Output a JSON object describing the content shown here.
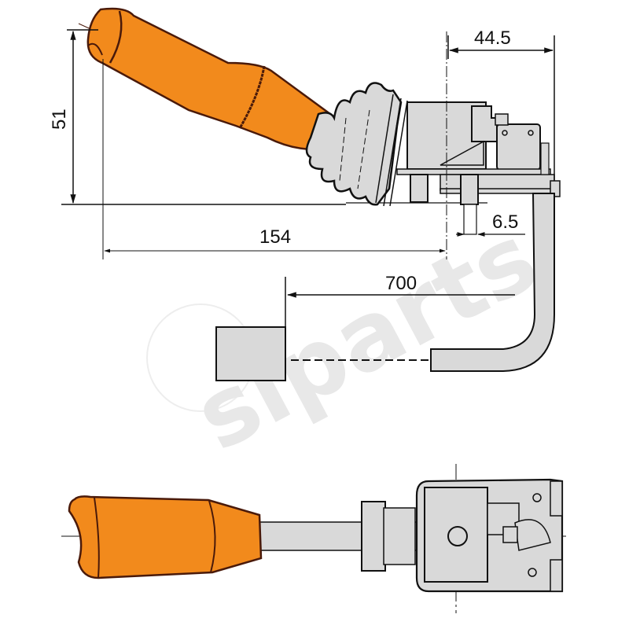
{
  "diagram": {
    "type": "technical drawing",
    "subject": "steering column lever switch with orange handle",
    "colors": {
      "handle": "#f28a1c",
      "handle_outline": "#4a1a0a",
      "body_fill": "#d9d9d9",
      "line": "#111111",
      "watermark": "#e6e6e6"
    },
    "views": [
      {
        "name": "side-view",
        "description": "Lever angled upward with rubber bellows, switch housing, and cable to connector"
      },
      {
        "name": "top-view",
        "description": "Lever viewed from above with switch housing"
      }
    ],
    "dimensions": {
      "top_width": "44.5",
      "height": "51",
      "length": "154",
      "pin_offset": "6.5",
      "cable_length": "700"
    },
    "watermark": {
      "text": "siparts"
    }
  }
}
